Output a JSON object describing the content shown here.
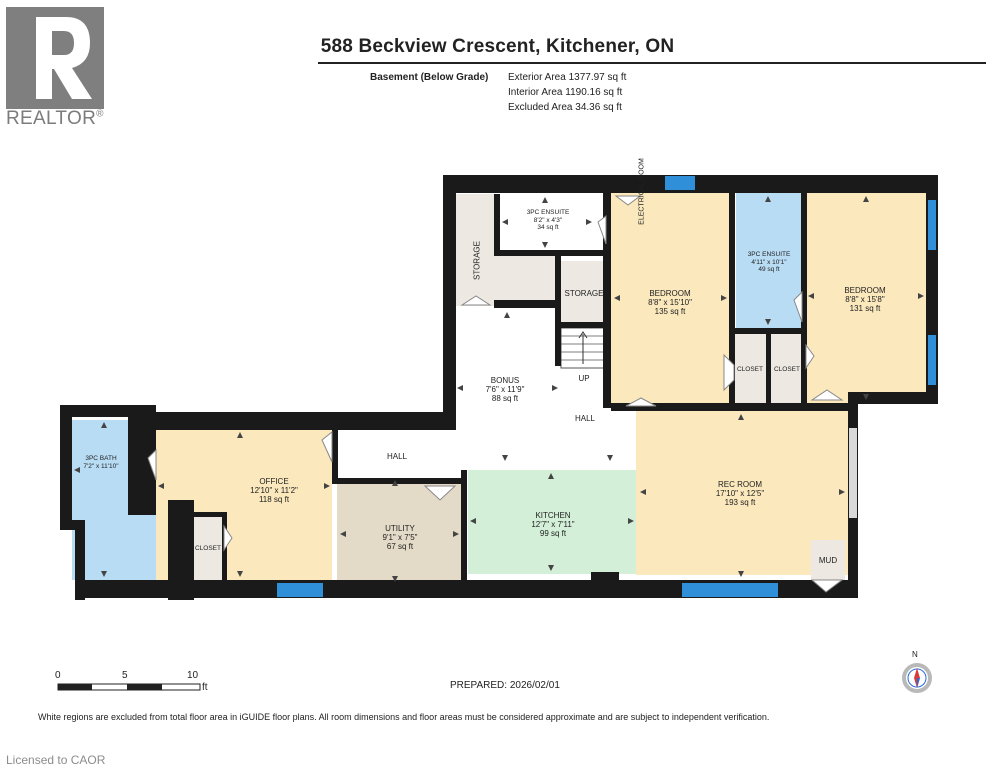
{
  "header": {
    "title": "588 Beckview Crescent, Kitchener, ON",
    "level_name": "Basement (Below Grade)",
    "areas": [
      "Exterior Area 1377.97 sq ft",
      "Interior Area 1190.16 sq ft",
      "Excluded Area 34.36 sq ft"
    ]
  },
  "logo": {
    "text": "REALTOR",
    "mark": "®"
  },
  "rooms": {
    "ensuite_top": {
      "name": "3PC ENSUITE",
      "dims": "8'2\" x 4'3\"",
      "area": "34 sq ft"
    },
    "storage_left": {
      "name": "STORAGE"
    },
    "storage_mid": {
      "name": "STORAGE"
    },
    "electrical": {
      "name": "ELECTRICAL ROOM"
    },
    "bedroom1": {
      "name": "BEDROOM",
      "dims": "8'8\" x 15'10\"",
      "area": "135 sq ft"
    },
    "ensuite_right": {
      "name": "3PC ENSUITE",
      "dims": "4'11\" x 10'1\"",
      "area": "49 sq ft"
    },
    "bedroom2": {
      "name": "BEDROOM",
      "dims": "8'8\" x 15'8\"",
      "area": "131 sq ft"
    },
    "closet1": {
      "name": "CLOSET"
    },
    "closet2": {
      "name": "CLOSET"
    },
    "bonus": {
      "name": "BONUS",
      "dims": "7'6\" x 11'9\"",
      "area": "88 sq ft"
    },
    "up": {
      "name": "UP"
    },
    "hall_center": {
      "name": "HALL"
    },
    "hall_left": {
      "name": "HALL"
    },
    "bath": {
      "name": "3PC BATH",
      "dims": "7'2\" x 11'10\""
    },
    "office": {
      "name": "OFFICE",
      "dims": "12'10\" x 11'2\"",
      "area": "118 sq ft"
    },
    "closet_office": {
      "name": "CLOSET"
    },
    "utility": {
      "name": "UTILITY",
      "dims": "9'1\" x 7'5\"",
      "area": "67 sq ft"
    },
    "kitchen": {
      "name": "KITCHEN",
      "dims": "12'7\" x 7'11\"",
      "area": "99 sq ft"
    },
    "rec": {
      "name": "REC ROOM",
      "dims": "17'10\" x 12'5\"",
      "area": "193 sq ft"
    },
    "mud": {
      "name": "MUD"
    }
  },
  "scale": {
    "ticks": [
      "0",
      "5",
      "10"
    ],
    "unit": "ft"
  },
  "compass": {
    "label": "N"
  },
  "prepared": "PREPARED: 2026/02/01",
  "disclaimer": "White regions are excluded from total floor area in iGUIDE floor plans. All room dimensions and floor areas must be considered approximate and are subject to independent verification.",
  "licensed": "Licensed to CAOR",
  "colors": {
    "wall": "#1a1a1a",
    "bedroom": "#fbe9bd",
    "bath": "#b9dcf5",
    "kitchen": "#d3efd8",
    "utility": "#e4dac8",
    "storage": "#ede9e2",
    "window": "#2f8fd8"
  }
}
